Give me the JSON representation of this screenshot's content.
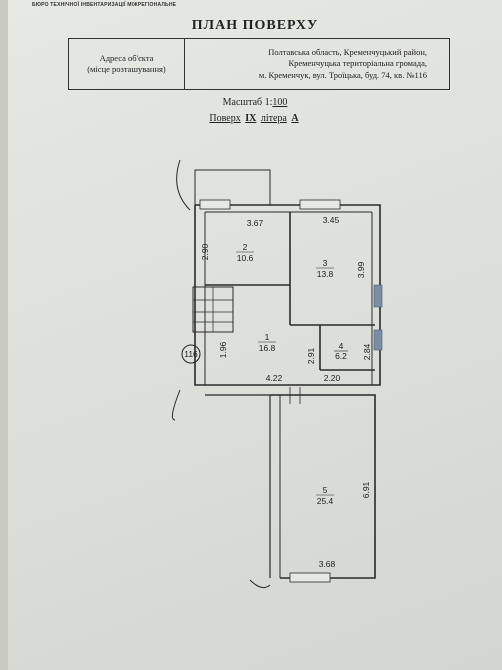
{
  "header_strip": "БЮРО ТЕХНІЧНОЇ ІНВЕНТАРИЗАЦІЇ МІЖРЕГІОНАЛЬНЕ",
  "title": "ПЛАН ПОВЕРХУ",
  "address": {
    "label_line1": "Адреса об'єкта",
    "label_line2": "(місце розташування)",
    "value_line1": "Полтавська область, Кременчуцький район,",
    "value_line2": "Кременчуцька територіальна громада,",
    "value_line3": "м. Кременчук, вул. Троїцька, буд. 74, кв. №116"
  },
  "scale": {
    "label": "Масштаб 1:",
    "value": "100"
  },
  "floor": {
    "floor_label": "Поверх",
    "floor_value": "IX",
    "letter_label": "літера",
    "letter_value": "А"
  },
  "apartment_number": "116",
  "rooms": [
    {
      "number": "1",
      "area": "16.8"
    },
    {
      "number": "2",
      "area": "10.6"
    },
    {
      "number": "3",
      "area": "13.8"
    },
    {
      "number": "4",
      "area": "6.2"
    },
    {
      "number": "5",
      "area": "25.4"
    }
  ],
  "dimensions": {
    "room2_width": "3.67",
    "room3_width": "3.45",
    "room2_depth": "2.90",
    "room3_depth": "3.99",
    "hall_depth": "1.96",
    "hall_partition": "2.91",
    "room4_depth": "2.84",
    "hall_width": "4.22",
    "room4_width": "2.20",
    "room5_depth": "6.91",
    "room5_width": "3.68"
  }
}
